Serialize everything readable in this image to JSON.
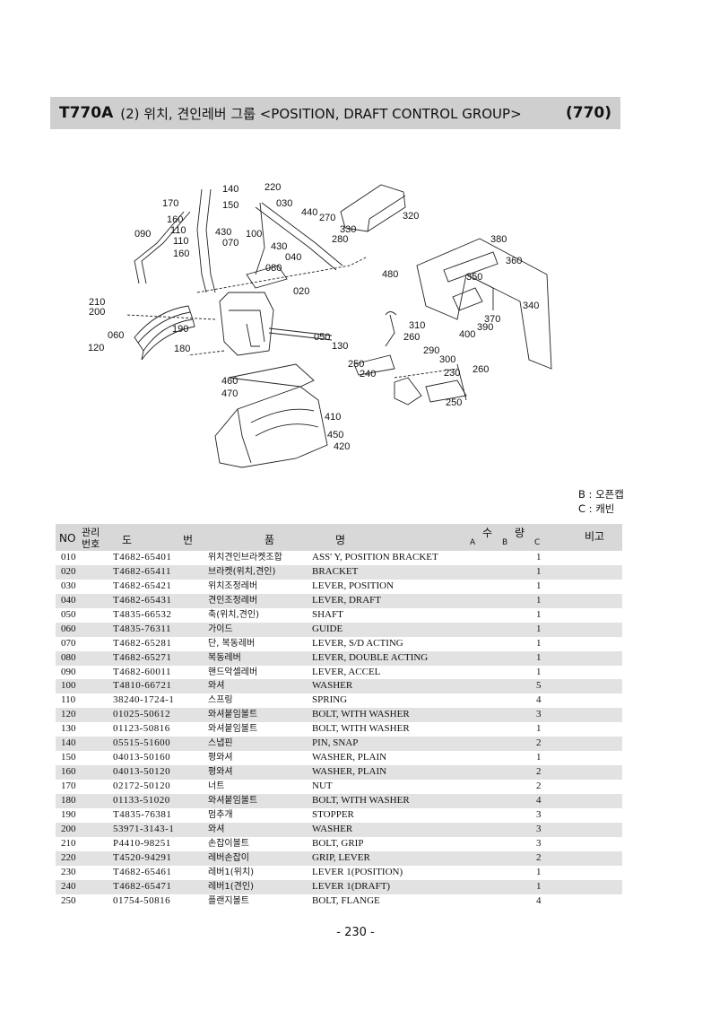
{
  "header": {
    "model": "T770A",
    "title": "(2) 위치, 견인레버 그룹 <POSITION, DRAFT CONTROL GROUP>",
    "group_code": "(770)"
  },
  "callouts": [
    {
      "id": "c140",
      "text": "140"
    },
    {
      "id": "c220",
      "text": "220"
    },
    {
      "id": "c170",
      "text": "170"
    },
    {
      "id": "c150",
      "text": "150"
    },
    {
      "id": "c030",
      "text": "030"
    },
    {
      "id": "c440",
      "text": "440"
    },
    {
      "id": "c270",
      "text": "270"
    },
    {
      "id": "c320",
      "text": "320"
    },
    {
      "id": "c160a",
      "text": "160"
    },
    {
      "id": "c090",
      "text": "090"
    },
    {
      "id": "c110a",
      "text": "110"
    },
    {
      "id": "c110b",
      "text": "110"
    },
    {
      "id": "c430a",
      "text": "430"
    },
    {
      "id": "c100",
      "text": "100"
    },
    {
      "id": "c330",
      "text": "330"
    },
    {
      "id": "c280",
      "text": "280"
    },
    {
      "id": "c070",
      "text": "070"
    },
    {
      "id": "c430b",
      "text": "430"
    },
    {
      "id": "c160b",
      "text": "160"
    },
    {
      "id": "c040",
      "text": "040"
    },
    {
      "id": "c080",
      "text": "080"
    },
    {
      "id": "c380",
      "text": "380"
    },
    {
      "id": "c360",
      "text": "360"
    },
    {
      "id": "c480",
      "text": "480"
    },
    {
      "id": "c350",
      "text": "350"
    },
    {
      "id": "c020",
      "text": "020"
    },
    {
      "id": "c340",
      "text": "340"
    },
    {
      "id": "c210",
      "text": "210"
    },
    {
      "id": "c200",
      "text": "200"
    },
    {
      "id": "c370",
      "text": "370"
    },
    {
      "id": "c390",
      "text": "390"
    },
    {
      "id": "c400",
      "text": "400"
    },
    {
      "id": "c310",
      "text": "310"
    },
    {
      "id": "c260a",
      "text": "260"
    },
    {
      "id": "c060",
      "text": "060"
    },
    {
      "id": "c190",
      "text": "190"
    },
    {
      "id": "c050",
      "text": "050"
    },
    {
      "id": "c130",
      "text": "130"
    },
    {
      "id": "c120",
      "text": "120"
    },
    {
      "id": "c180",
      "text": "180"
    },
    {
      "id": "c290",
      "text": "290"
    },
    {
      "id": "c300",
      "text": "300"
    },
    {
      "id": "c250a",
      "text": "250"
    },
    {
      "id": "c240",
      "text": "240"
    },
    {
      "id": "c230",
      "text": "230"
    },
    {
      "id": "c260b",
      "text": "260"
    },
    {
      "id": "c460",
      "text": "460"
    },
    {
      "id": "c470",
      "text": "470"
    },
    {
      "id": "c250b",
      "text": "250"
    },
    {
      "id": "c410",
      "text": "410"
    },
    {
      "id": "c450",
      "text": "450"
    },
    {
      "id": "c420",
      "text": "420"
    }
  ],
  "legend": {
    "b": "B : 오픈캡",
    "c": "C : 캐빈"
  },
  "table": {
    "headers": {
      "no": "NO",
      "mgmt_top": "관리",
      "mgmt_bottom": "번호",
      "part_do": "도",
      "part_beon": "번",
      "name_pum": "품",
      "name_myeong": "명",
      "qty_su": "수",
      "qty_ryang": "량",
      "qty_a": "A",
      "qty_b": "B",
      "qty_c": "C",
      "remarks": "비고"
    },
    "rows": [
      {
        "no": "010",
        "part": "T4682-65401",
        "kor": "위치견인브라켓조합",
        "eng": "ASS' Y, POSITION BRACKET",
        "qty": "1"
      },
      {
        "no": "020",
        "part": "T4682-65411",
        "kor": "브라켓(위치,견인)",
        "eng": "BRACKET",
        "qty": "1"
      },
      {
        "no": "030",
        "part": "T4682-65421",
        "kor": "위치조정레버",
        "eng": "LEVER, POSITION",
        "qty": "1"
      },
      {
        "no": "040",
        "part": "T4682-65431",
        "kor": "견인조정레버",
        "eng": "LEVER, DRAFT",
        "qty": "1"
      },
      {
        "no": "050",
        "part": "T4835-66532",
        "kor": "축(위치,견인)",
        "eng": "SHAFT",
        "qty": "1"
      },
      {
        "no": "060",
        "part": "T4835-76311",
        "kor": "가이드",
        "eng": "GUIDE",
        "qty": "1"
      },
      {
        "no": "070",
        "part": "T4682-65281",
        "kor": "단, 복동레버",
        "eng": "LEVER, S/D ACTING",
        "qty": "1"
      },
      {
        "no": "080",
        "part": "T4682-65271",
        "kor": "복동레버",
        "eng": "LEVER, DOUBLE ACTING",
        "qty": "1"
      },
      {
        "no": "090",
        "part": "T4682-60011",
        "kor": "핸드악셀레버",
        "eng": "LEVER, ACCEL",
        "qty": "1"
      },
      {
        "no": "100",
        "part": "T4810-66721",
        "kor": "와셔",
        "eng": "WASHER",
        "qty": "5"
      },
      {
        "no": "110",
        "part": "38240-1724-1",
        "kor": "스프링",
        "eng": "SPRING",
        "qty": "4"
      },
      {
        "no": "120",
        "part": "01025-50612",
        "kor": "와셔붙임볼트",
        "eng": "BOLT, WITH WASHER",
        "qty": "3"
      },
      {
        "no": "130",
        "part": "01123-50816",
        "kor": "와셔붙임볼트",
        "eng": "BOLT, WITH WASHER",
        "qty": "1"
      },
      {
        "no": "140",
        "part": "05515-51600",
        "kor": "스냅핀",
        "eng": "PIN, SNAP",
        "qty": "2"
      },
      {
        "no": "150",
        "part": "04013-50160",
        "kor": "평와셔",
        "eng": "WASHER, PLAIN",
        "qty": "1"
      },
      {
        "no": "160",
        "part": "04013-50120",
        "kor": "평와셔",
        "eng": "WASHER, PLAIN",
        "qty": "2"
      },
      {
        "no": "170",
        "part": "02172-50120",
        "kor": "너트",
        "eng": "NUT",
        "qty": "2"
      },
      {
        "no": "180",
        "part": "01133-51020",
        "kor": "와셔붙임볼트",
        "eng": "BOLT, WITH WASHER",
        "qty": "4"
      },
      {
        "no": "190",
        "part": "T4835-76381",
        "kor": "멈추개",
        "eng": "STOPPER",
        "qty": "3"
      },
      {
        "no": "200",
        "part": "53971-3143-1",
        "kor": "와셔",
        "eng": "WASHER",
        "qty": "3"
      },
      {
        "no": "210",
        "part": "P4410-98251",
        "kor": "손잡이볼트",
        "eng": "BOLT, GRIP",
        "qty": "3"
      },
      {
        "no": "220",
        "part": "T4520-94291",
        "kor": "레버손잡이",
        "eng": "GRIP, LEVER",
        "qty": "2"
      },
      {
        "no": "230",
        "part": "T4682-65461",
        "kor": "레버1(위치)",
        "eng": "LEVER 1(POSITION)",
        "qty": "1"
      },
      {
        "no": "240",
        "part": "T4682-65471",
        "kor": "레버1(견인)",
        "eng": "LEVER 1(DRAFT)",
        "qty": "1"
      },
      {
        "no": "250",
        "part": "01754-50816",
        "kor": "플랜지볼트",
        "eng": "BOLT, FLANGE",
        "qty": "4"
      }
    ]
  },
  "footer": {
    "page_number": "- 230 -"
  }
}
